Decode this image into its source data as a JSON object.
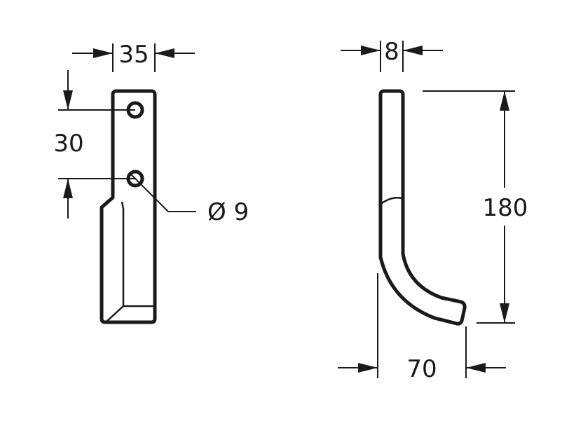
{
  "drawing": {
    "front_view": {
      "width_label": "35",
      "hole_spacing_label": "30",
      "hole_diameter_label": "Ø 9"
    },
    "side_view": {
      "thickness_label": "8",
      "height_label": "180",
      "offset_label": "70"
    }
  }
}
